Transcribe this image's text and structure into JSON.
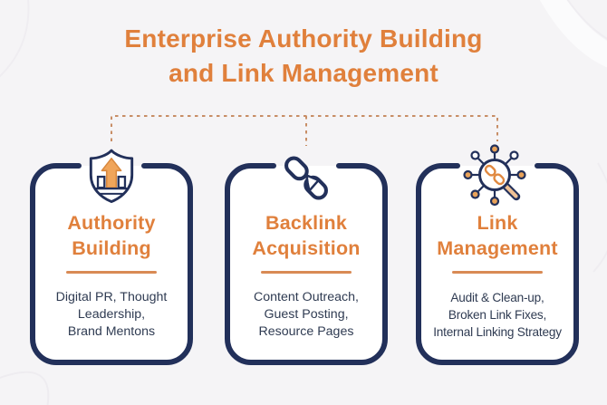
{
  "title": {
    "line1": "Enterprise Authority Building",
    "line2": "and Link Management"
  },
  "colors": {
    "accent_orange": "#E0803C",
    "navy_border": "#22305A",
    "dash_line": "#C88E66",
    "background": "#F5F4F6",
    "card_background": "#FFFFFF",
    "body_text": "#2F3B52"
  },
  "connector": {
    "style": "dashed",
    "branches": 3
  },
  "cards": [
    {
      "icon": "shield-growth-icon",
      "heading_lines": [
        "Authority",
        "Building"
      ],
      "description_lines": [
        "Digital PR, Thought",
        "Leadership,",
        "Brand Mentons"
      ]
    },
    {
      "icon": "chain-link-icon",
      "heading_lines": [
        "Backlink",
        "Acquisition"
      ],
      "description_lines": [
        "Content Outreach,",
        "Guest Posting,",
        "Resource Pages"
      ]
    },
    {
      "icon": "link-network-magnifier-icon",
      "heading_lines": [
        "Link",
        "Management"
      ],
      "description_lines": [
        "Audit & Clean-up,",
        "Broken Link Fixes,",
        "Internal Linking Strategy"
      ]
    }
  ]
}
